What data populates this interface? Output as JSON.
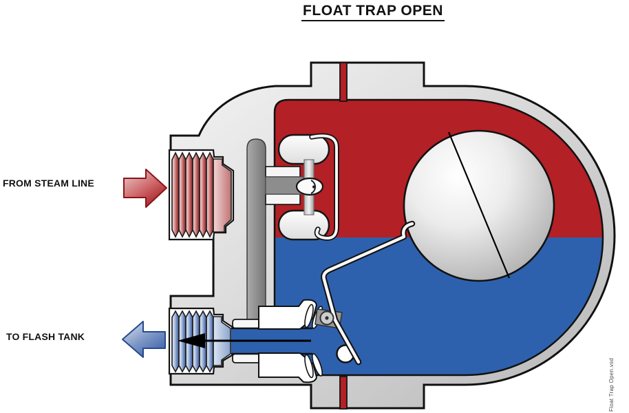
{
  "title": "FLOAT TRAP OPEN",
  "labels": {
    "inlet": "FROM STEAM LINE",
    "outlet": "TO FLASH TANK"
  },
  "watermark": "Float Trap Open.vsd",
  "colors": {
    "steam_red": "#b32025",
    "condensate_blue": "#2e61ad",
    "body_gray": "#d4d4d4",
    "inlet_arrow_red": "#a31a1f",
    "outlet_arrow_blue": "#3f63ab",
    "float_ball_gray": "#d9d9d9",
    "outline_black": "#111111"
  }
}
